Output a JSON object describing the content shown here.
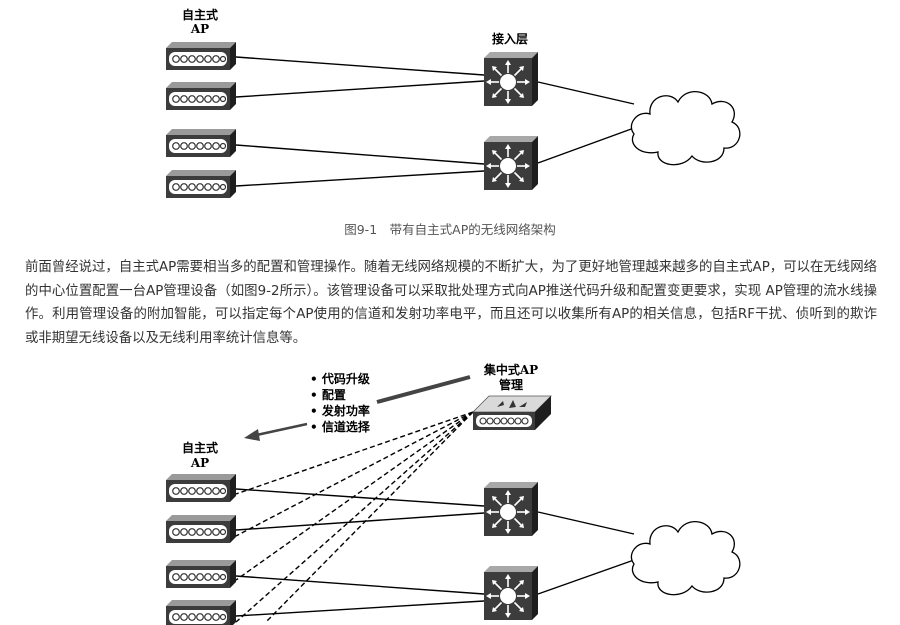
{
  "figure1": {
    "ap_label_line1": "自主式",
    "ap_label_line2": "AP",
    "access_label": "接入层",
    "caption": "图9-1　带有自主式AP的无线网络架构"
  },
  "paragraph": "前面曾经说过，自主式AP需要相当多的配置和管理操作。随着无线网络规模的不断扩大，为了更好地管理越来越多的自主式AP，可以在无线网络的中心位置配置一台AP管理设备（如图9-2所示）。该管理设备可以采取批处理方式向AP推送代码升级和配置变更要求，实现 AP管理的流水线操作。利用管理设备的附加智能，可以指定每个AP使用的信道和发射功率电平，而且还可以收集所有AP的相关信息，包括RF干扰、侦听到的欺诈或非期望无线设备以及无线利用率统计信息等。",
  "figure2": {
    "controller_line1": "集中式AP",
    "controller_line2": "管理",
    "ap_label_line1": "自主式",
    "ap_label_line2": "AP",
    "push_items": [
      "• 代码升级",
      "• 配置",
      "• 发射功率",
      "• 信道选择"
    ]
  },
  "colors": {
    "device_dark": "#3c3c3c",
    "device_light": "#d9d9d9",
    "line": "#000000"
  },
  "icons": [
    "access-point-icon",
    "multilayer-switch-icon",
    "cloud-icon",
    "controller-icon",
    "arrow-icon"
  ]
}
